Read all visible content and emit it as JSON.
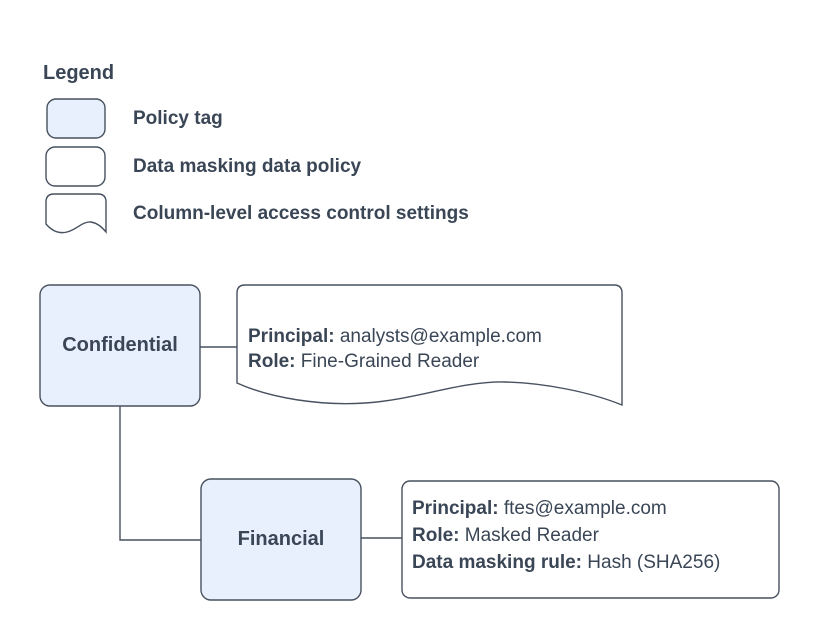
{
  "colors": {
    "policy_tag_fill": "#e8f0fe",
    "note_fill": "#ffffff",
    "shape_stroke": "#47515f",
    "text": "#3a4656"
  },
  "legend": {
    "title": "Legend",
    "items": [
      {
        "shape": "policy-tag",
        "label": "Policy tag"
      },
      {
        "shape": "data-masking-data-policy",
        "label": "Data masking data policy"
      },
      {
        "shape": "column-level-access-control-settings",
        "label": "Column-level access control settings"
      }
    ]
  },
  "diagram": {
    "nodes": [
      {
        "id": "confidential",
        "type": "policy-tag",
        "label": "Confidential"
      },
      {
        "id": "financial",
        "type": "policy-tag",
        "label": "Financial"
      }
    ],
    "confidential_note": {
      "type": "column-level-access-control-settings",
      "rows": [
        {
          "label": "Principal:",
          "value": "analysts@example.com"
        },
        {
          "label": "Role:",
          "value": "Fine-Grained Reader"
        }
      ]
    },
    "financial_note": {
      "type": "data-masking-data-policy",
      "rows": [
        {
          "label": "Principal:",
          "value": "ftes@example.com"
        },
        {
          "label": "Role:",
          "value": "Masked Reader"
        },
        {
          "label": "Data masking rule:",
          "value": "Hash (SHA256)"
        }
      ]
    },
    "edges": [
      {
        "from": "confidential",
        "to": "confidential_note"
      },
      {
        "from": "confidential",
        "to": "financial"
      },
      {
        "from": "financial",
        "to": "financial_note"
      }
    ]
  }
}
